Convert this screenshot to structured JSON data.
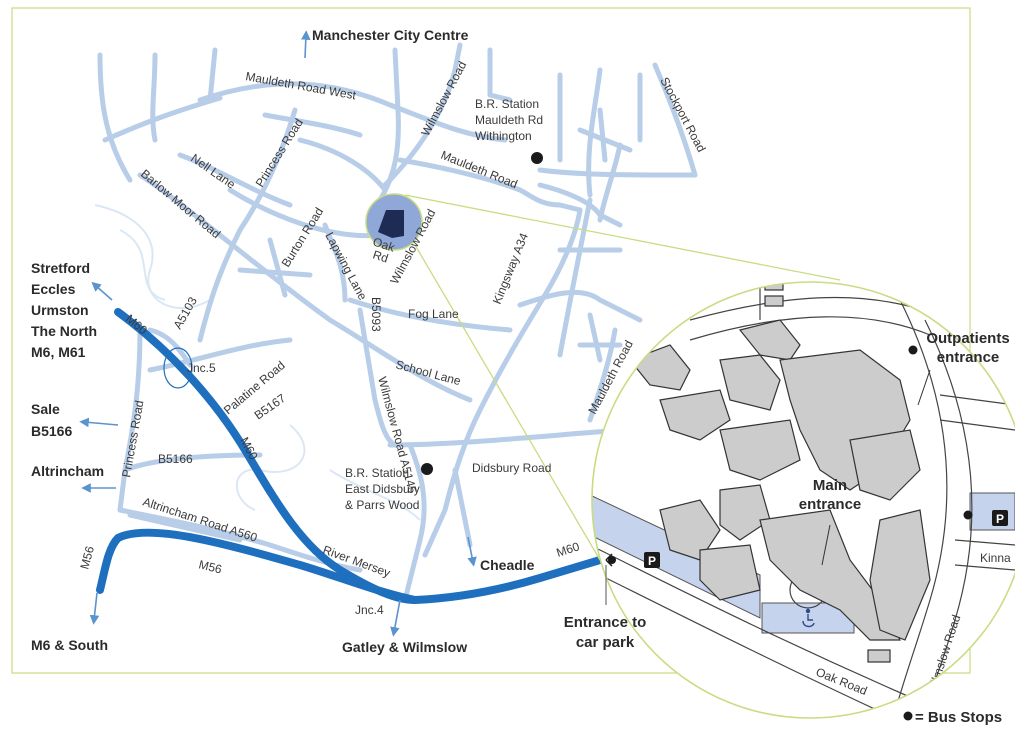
{
  "colors": {
    "road": "#b7cde8",
    "motorway": "#1f6fbf",
    "arrow": "#5b93cf",
    "frame": "#c8dc82",
    "building": "#cccccc",
    "water": "#c5d4ec",
    "background": "#ffffff"
  },
  "destinations": {
    "manchester": "Manchester City Centre",
    "north": [
      "Stretford",
      "Eccles",
      "Urmston",
      "The North",
      "M6, M61"
    ],
    "sale": [
      "Sale",
      "B5166"
    ],
    "altrincham": "Altrincham",
    "south": "M6 & South",
    "gatley": "Gatley & Wilmslow",
    "cheadle": "Cheadle"
  },
  "roads": {
    "mauldeth_west": "Mauldeth Road West",
    "wilmslow_top": "Wilmslow Road",
    "stockport": "Stockport Road",
    "princess_top": "Princess Road",
    "nell": "Nell Lane",
    "barlow": "Barlow Moor Road",
    "burton": "Burton Road",
    "lapwing": "Lapwing Lane",
    "oak": [
      "Oak",
      "Rd"
    ],
    "wilmslow_circle": "Wilmslow Road",
    "mauldeth": "Mauldeth Road",
    "kingsway": "Kingsway A34",
    "fog": "Fog Lane",
    "b5093": "B5093",
    "school": "School Lane",
    "mauldeth_right": "Mauldeth Road",
    "a5103": "A5103",
    "palatine": "Palatine Road",
    "b5167": "B5167",
    "wilmslow_a5145": "Wilmslow Road A5145",
    "didsbury": "Didsbury Road",
    "princess_left": "Princess Road",
    "b5166": "B5166",
    "altrincham_road": "Altrincham Road A560",
    "river": "River Mersey",
    "m60_a": "M60",
    "m60_b": "M60",
    "m60_c": "M60",
    "m56_a": "M56",
    "m56_b": "M56",
    "kinna": "Kinna",
    "oak_inset": "Oak Road",
    "wilmslow_inset": "Wilmslow Road"
  },
  "junctions": {
    "jnc5": "Jnc.5",
    "jnc4": "Jnc.4"
  },
  "stations": {
    "mauldeth": [
      "B.R. Station",
      "Mauldeth Rd",
      "Withington"
    ],
    "east_didsbury": [
      "B.R. Station",
      "East Didsbury",
      "& Parrs Wood"
    ]
  },
  "inset": {
    "outpatients": [
      "Outpatients",
      "entrance"
    ],
    "main": [
      "Main",
      "entrance"
    ],
    "car_park": [
      "Entrance to",
      "car park"
    ],
    "parking_glyph": "P",
    "disabled_icon": "wheelchair-icon"
  },
  "legend": {
    "text": "= Bus Stops"
  }
}
